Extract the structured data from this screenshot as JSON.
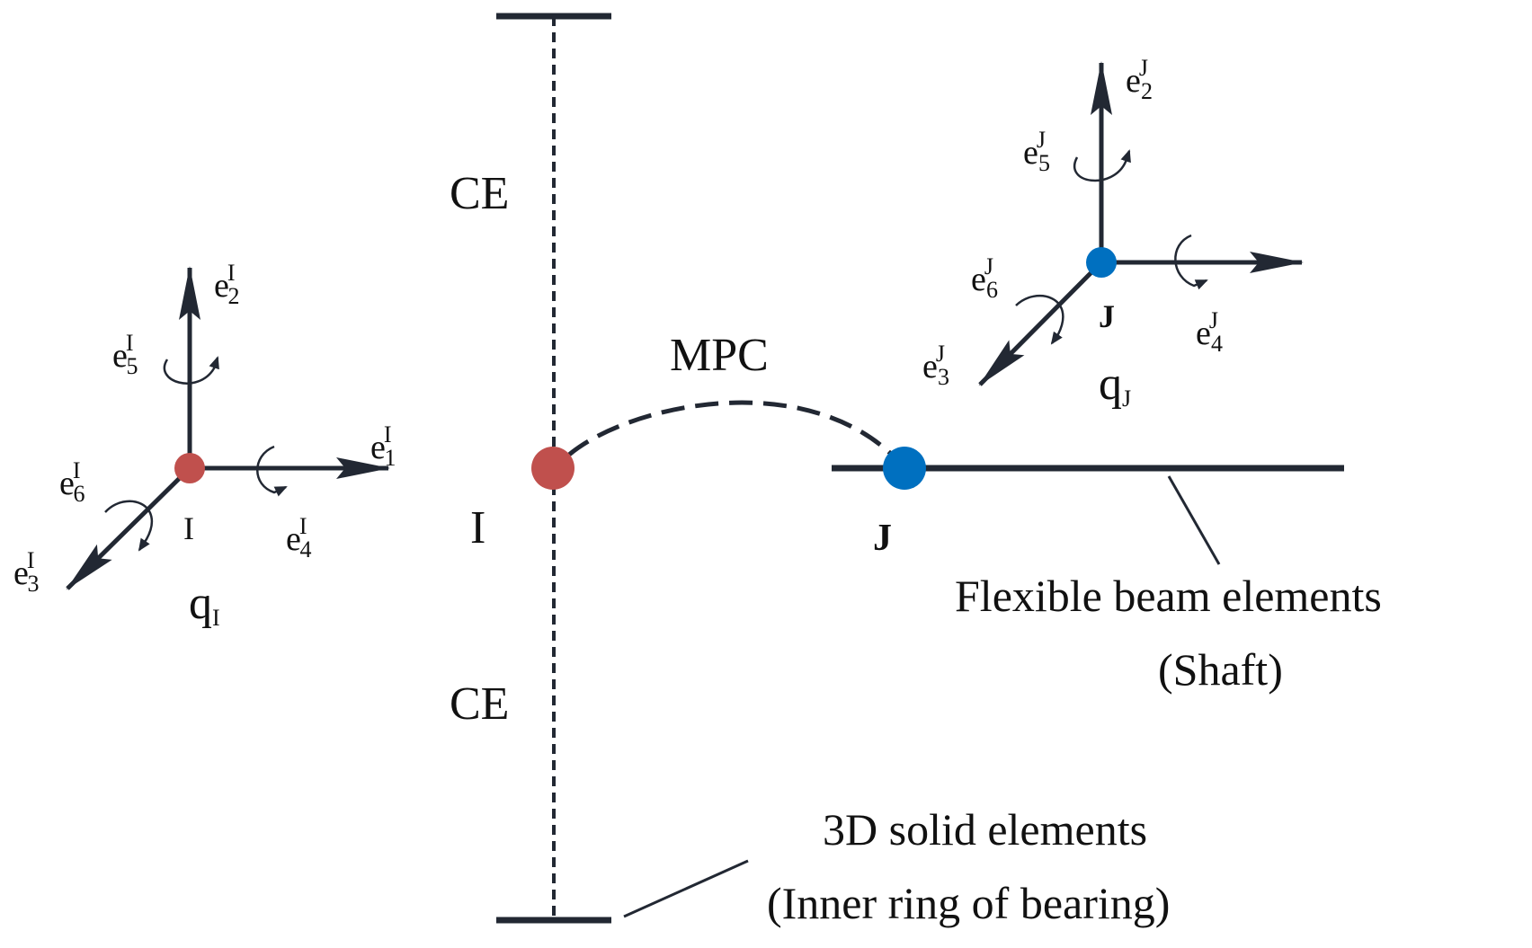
{
  "colors": {
    "line": "#222833",
    "node_I": "#c0504d",
    "node_J": "#0070c0",
    "text": "#111111"
  },
  "labels": {
    "ce_top": "CE",
    "ce_bottom": "CE",
    "mpc": "MPC",
    "node_I": "I",
    "node_J": "J",
    "beam_caption_line1": "Flexible beam elements",
    "beam_caption_line2": "(Shaft)",
    "solid_caption_line1": "3D solid elements",
    "solid_caption_line2": "(Inner ring of bearing)"
  },
  "frame_I": {
    "node_label": "I",
    "q_base": "q",
    "q_sub": "I",
    "axes": [
      {
        "base": "e",
        "sub": "1",
        "sup": "I"
      },
      {
        "base": "e",
        "sub": "2",
        "sup": "I"
      },
      {
        "base": "e",
        "sub": "3",
        "sup": "I"
      },
      {
        "base": "e",
        "sub": "4",
        "sup": "I"
      },
      {
        "base": "e",
        "sub": "5",
        "sup": "I"
      },
      {
        "base": "e",
        "sub": "6",
        "sup": "I"
      }
    ]
  },
  "frame_J": {
    "node_label": "J",
    "q_base": "q",
    "q_sub": "J",
    "axes": [
      {
        "base": "e",
        "sub": "2",
        "sup": "J"
      },
      {
        "base": "e",
        "sub": "3",
        "sup": "J"
      },
      {
        "base": "e",
        "sub": "4",
        "sup": "J"
      },
      {
        "base": "e",
        "sub": "5",
        "sup": "J"
      },
      {
        "base": "e",
        "sub": "6",
        "sup": "J"
      }
    ]
  }
}
